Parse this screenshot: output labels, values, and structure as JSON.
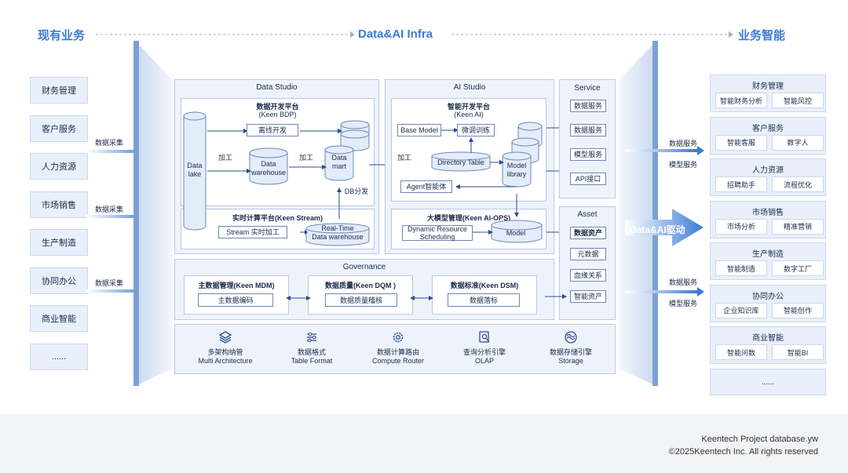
{
  "header": {
    "left": "现有业务",
    "center": "Data&AI Infra",
    "right": "业务智能"
  },
  "left_items": [
    "财务管理",
    "客户服务",
    "人力资源",
    "市场销售",
    "生产制造",
    "协同办公",
    "商业智能",
    "......"
  ],
  "left_arrow_label": "数据采集",
  "right_labels": {
    "service": "数据服务",
    "model": "模型服务"
  },
  "big_arrow_label": "Data&AI驱动",
  "right_groups": [
    {
      "title": "财务管理",
      "items": [
        "智能财务分析",
        "智能风控"
      ]
    },
    {
      "title": "客户服务",
      "items": [
        "智能客服",
        "数字人"
      ]
    },
    {
      "title": "人力资源",
      "items": [
        "招聘助手",
        "流程优化"
      ]
    },
    {
      "title": "市场销售",
      "items": [
        "市场分析",
        "精准营销"
      ]
    },
    {
      "title": "生产制造",
      "items": [
        "智能制造",
        "数字工厂"
      ]
    },
    {
      "title": "协同办公",
      "items": [
        "企业知识库",
        "智能创作"
      ]
    },
    {
      "title": "商业智能",
      "items": [
        "智能问数",
        "智能BI"
      ]
    }
  ],
  "right_more": "......",
  "data_studio": {
    "title": "Data Studio",
    "bdp_title": "数据开发平台",
    "bdp_sub": "(Keen BDP)",
    "data_lake": "Data\nlake",
    "offline_dev": "离线开发",
    "process1": "加工",
    "process2": "加工",
    "warehouse": "Data\nwarehouse",
    "mart": "Data\nmart",
    "db_dist": "DB分发",
    "stream_title": "实时计算平台(Keen Stream)",
    "stream_proc": "Stream 实时加工",
    "rt_warehouse": "Real-Time\nData warehouse"
  },
  "ai_studio": {
    "title": "AI Studio",
    "ai_title": "智能开发平台",
    "ai_sub": "(Keen AI)",
    "base_model": "Base Model",
    "finetune": "微调训练",
    "process": "加工",
    "directory": "Directory Table",
    "model_library": "Model\nlibrary",
    "agent": "Agent智能体",
    "ops_title": "大模型管理(Keen AI-OPS)",
    "scheduling": "Dynamic Resource\nScheduling",
    "model": "Model"
  },
  "service": {
    "title": "Service",
    "items": [
      "数据服务",
      "数据服务",
      "模型服务",
      "API接口"
    ]
  },
  "asset": {
    "title": "Asset",
    "items": [
      "数据资产",
      "元数据",
      "血缘关系",
      "智能资产"
    ]
  },
  "governance": {
    "title": "Governance",
    "mdm_title": "主数据管理(Keen MDM)",
    "mdm_item": "主数据编码",
    "dqm_title": "数据质量(Keen DQM )",
    "dqm_item": "数据质量稽核",
    "dsm_title": "数据标准(Keen DSM)",
    "dsm_item": "数据落标"
  },
  "storage": [
    {
      "icon": "layers-icon",
      "cn": "多架构纳管",
      "en": "Multi Architecture"
    },
    {
      "icon": "sliders-icon",
      "cn": "数据格式",
      "en": "Table Format"
    },
    {
      "icon": "gear-icon",
      "cn": "数据计算路由",
      "en": "Compute Router"
    },
    {
      "icon": "search-doc-icon",
      "cn": "查询分析引擎",
      "en": "OLAP"
    },
    {
      "icon": "storage-icon",
      "cn": "数据存储引擎",
      "en": "Storage"
    }
  ],
  "footer": {
    "line1": "Keentech Project database.yw",
    "line2": "©2025Keentech Inc. All rights reserved"
  }
}
